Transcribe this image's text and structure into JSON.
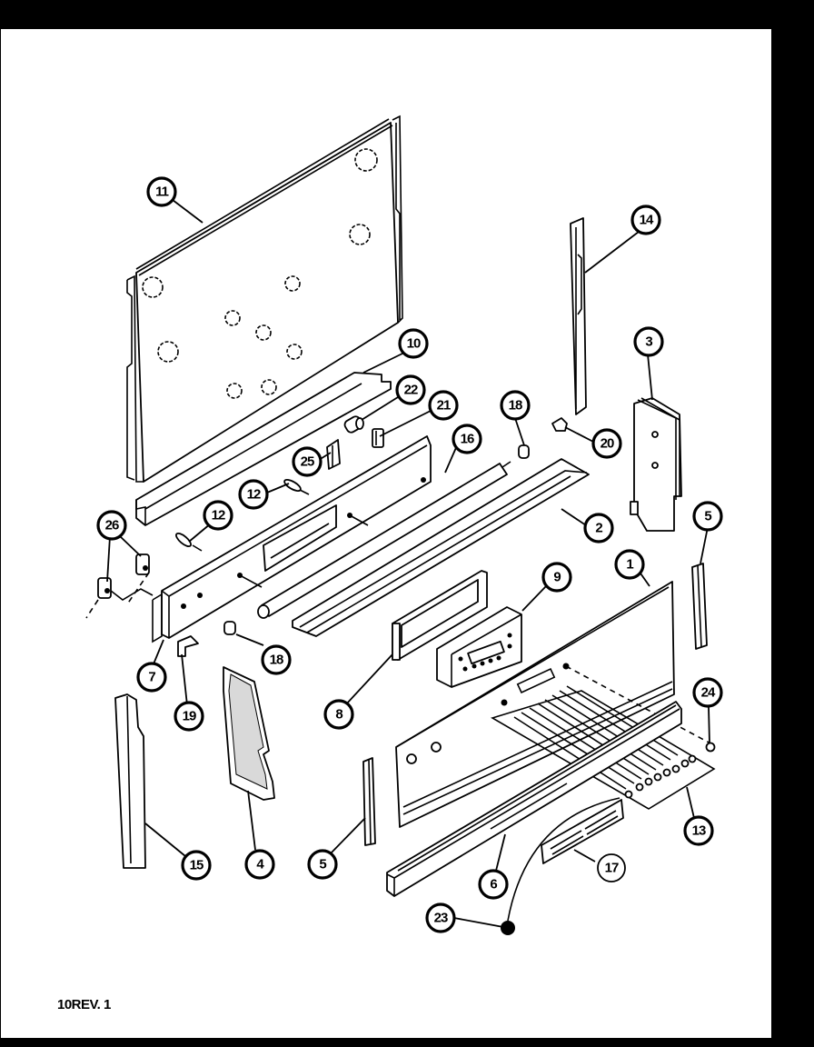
{
  "document": {
    "type": "exploded-parts-diagram",
    "subject": "Range control panel / backguard assembly",
    "revision_label": "10REV. 1"
  },
  "callouts": [
    {
      "id": "c1",
      "label": "1"
    },
    {
      "id": "c2",
      "label": "2"
    },
    {
      "id": "c3",
      "label": "3"
    },
    {
      "id": "c4",
      "label": "4"
    },
    {
      "id": "c5a",
      "label": "5"
    },
    {
      "id": "c5b",
      "label": "5"
    },
    {
      "id": "c6",
      "label": "6"
    },
    {
      "id": "c7",
      "label": "7"
    },
    {
      "id": "c8",
      "label": "8"
    },
    {
      "id": "c9",
      "label": "9"
    },
    {
      "id": "c10",
      "label": "10"
    },
    {
      "id": "c11",
      "label": "11"
    },
    {
      "id": "c12a",
      "label": "12"
    },
    {
      "id": "c12b",
      "label": "12"
    },
    {
      "id": "c13",
      "label": "13"
    },
    {
      "id": "c14",
      "label": "14"
    },
    {
      "id": "c15",
      "label": "15"
    },
    {
      "id": "c16",
      "label": "16"
    },
    {
      "id": "c17",
      "label": "17"
    },
    {
      "id": "c18a",
      "label": "18"
    },
    {
      "id": "c18b",
      "label": "18"
    },
    {
      "id": "c19",
      "label": "19"
    },
    {
      "id": "c20",
      "label": "20"
    },
    {
      "id": "c21",
      "label": "21"
    },
    {
      "id": "c22",
      "label": "22"
    },
    {
      "id": "c23",
      "label": "23"
    },
    {
      "id": "c24",
      "label": "24"
    },
    {
      "id": "c25",
      "label": "25"
    },
    {
      "id": "c26",
      "label": "26"
    }
  ],
  "colors": {
    "ink": "#000000",
    "paper": "#ffffff",
    "border": "#000000"
  }
}
